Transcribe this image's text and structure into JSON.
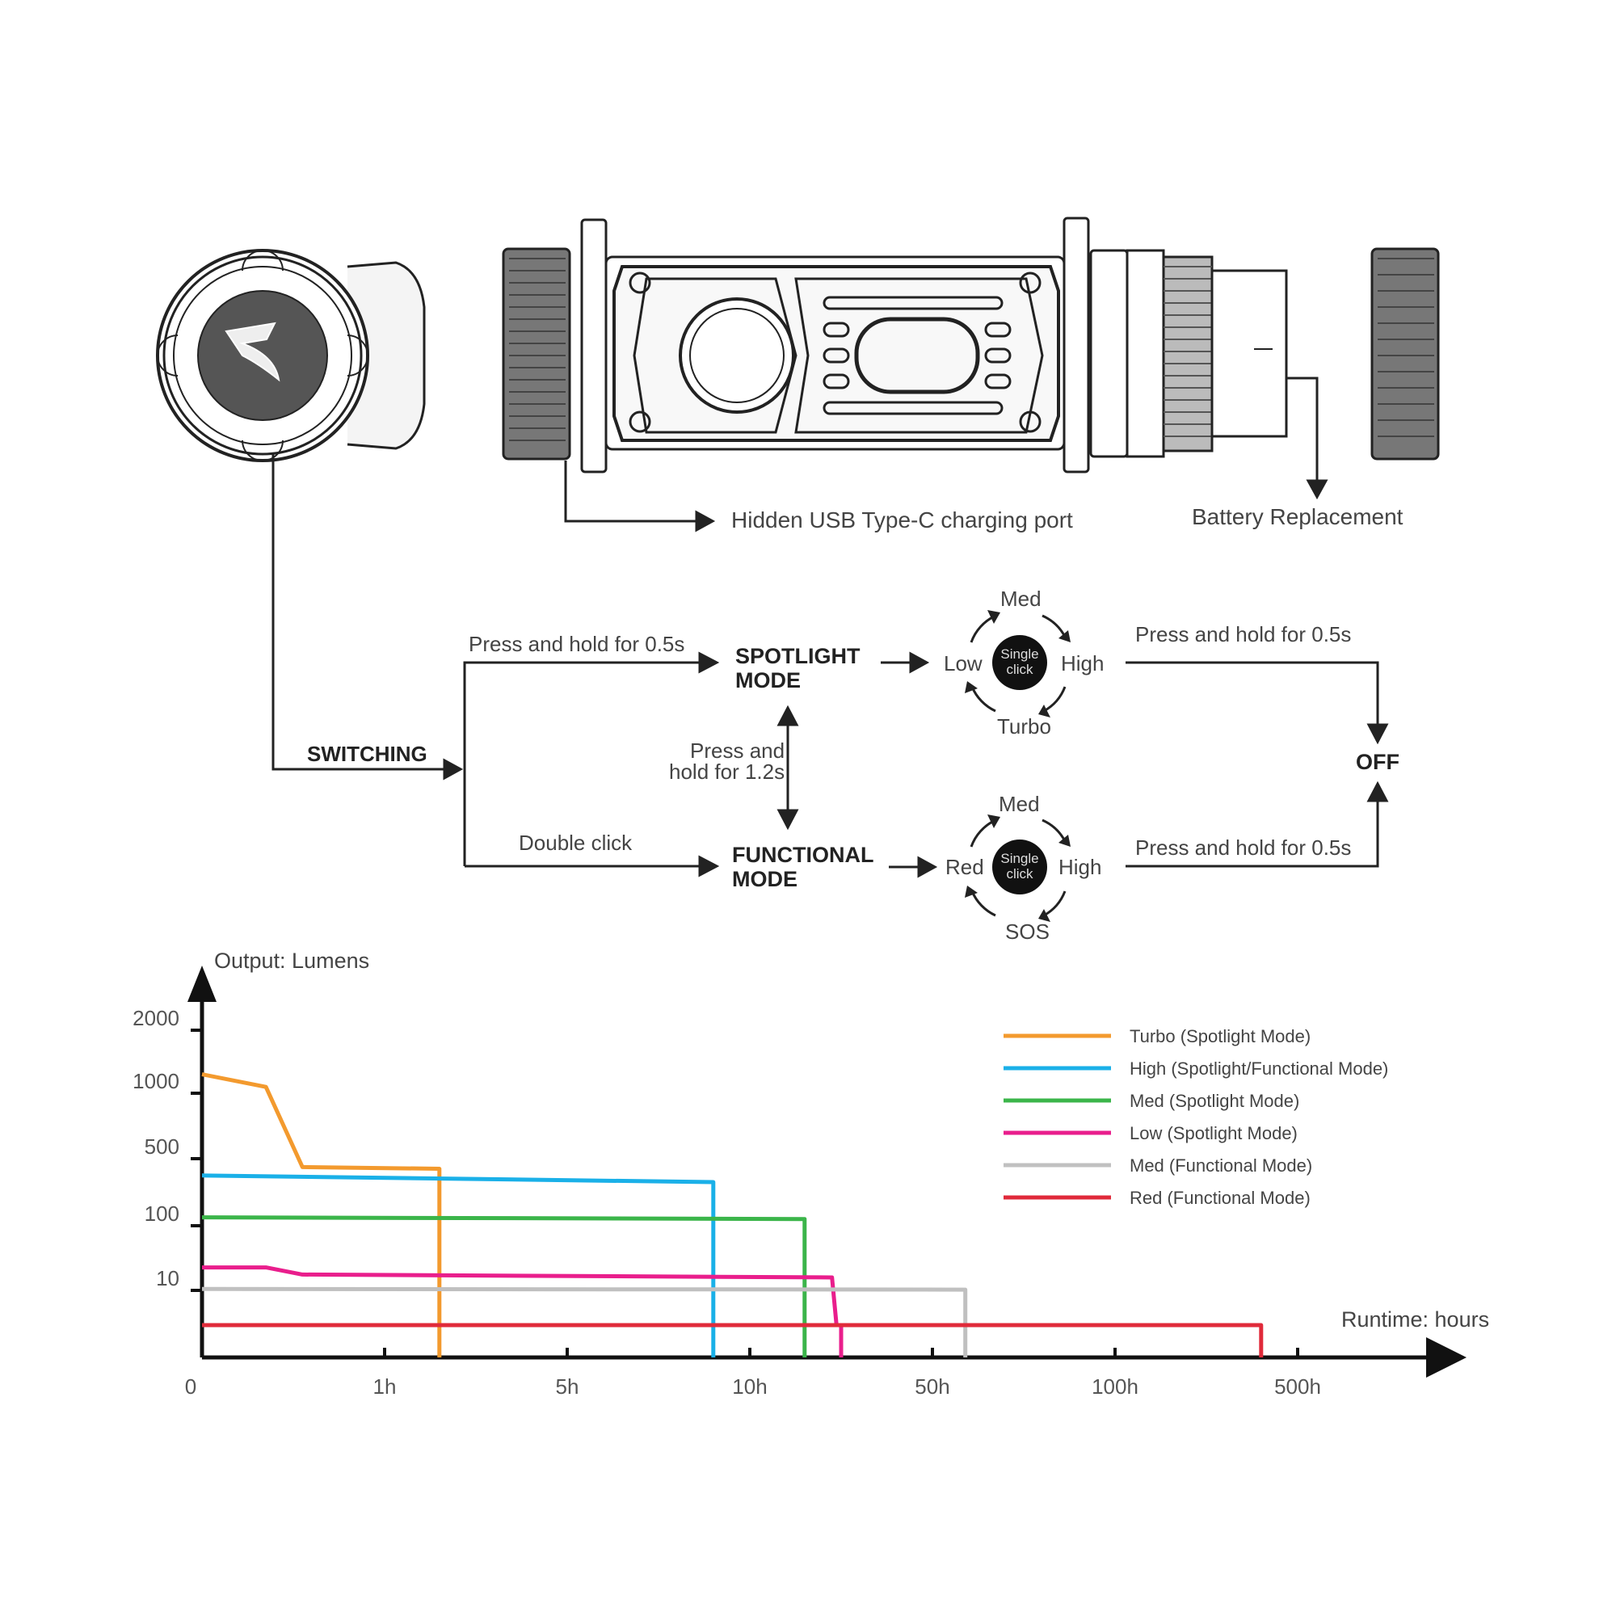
{
  "callouts": {
    "usb_port": "Hidden USB Type-C charging port",
    "battery": "Battery Replacement"
  },
  "flow": {
    "switching": "SWITCHING",
    "press_hold_05_top": "Press and hold for 0.5s",
    "double_click": "Double click",
    "spotlight_mode_line1": "SPOTLIGHT",
    "spotlight_mode_line2": "MODE",
    "functional_mode_line1": "FUNCTIONAL",
    "functional_mode_line2": "MODE",
    "press_hold_12_line1": "Press and",
    "press_hold_12_line2": "hold for 1.2s",
    "spot_cycle": {
      "top": "Med",
      "right": "High",
      "bottom": "Turbo",
      "left": "Low",
      "center_line1": "Single",
      "center_line2": "click"
    },
    "func_cycle": {
      "top": "Med",
      "right": "High",
      "bottom": "SOS",
      "left": "Red",
      "center_line1": "Single",
      "center_line2": "click"
    },
    "off_from_spot": "Press and hold for 0.5s",
    "off_from_func": "Press and hold for 0.5s",
    "off": "OFF"
  },
  "chart_data": {
    "type": "line",
    "title": "",
    "ylabel": "Output: Lumens",
    "xlabel": "Runtime: hours",
    "y_ticks": [
      "10",
      "100",
      "500",
      "1000",
      "2000"
    ],
    "x_ticks": [
      "0",
      "1h",
      "5h",
      "10h",
      "50h",
      "100h",
      "500h"
    ],
    "y_scale": "categorical-log",
    "x_scale": "categorical-log",
    "legend_position": "top-right",
    "series": [
      {
        "name": "Turbo (Spotlight Mode)",
        "color": "#f39a2e",
        "points": [
          [
            0,
            1300
          ],
          [
            0.35,
            1100
          ],
          [
            0.55,
            450
          ],
          [
            2.2,
            440
          ],
          [
            2.2,
            0
          ]
        ]
      },
      {
        "name": "High (Spotlight/Functional Mode)",
        "color": "#1ab0e8",
        "points": [
          [
            0,
            400
          ],
          [
            9,
            360
          ],
          [
            9,
            0
          ]
        ]
      },
      {
        "name": "Med (Spotlight Mode)",
        "color": "#3bb54a",
        "points": [
          [
            0,
            150
          ],
          [
            22,
            140
          ],
          [
            22,
            0
          ]
        ]
      },
      {
        "name": "Low (Spotlight Mode)",
        "color": "#e91e8c",
        "points": [
          [
            0,
            42
          ],
          [
            0.35,
            42
          ],
          [
            0.55,
            32
          ],
          [
            28,
            28
          ],
          [
            29,
            3
          ],
          [
            30,
            3
          ],
          [
            30,
            0
          ]
        ]
      },
      {
        "name": "Med (Functional Mode)",
        "color": "#c0c0c0",
        "points": [
          [
            0,
            12
          ],
          [
            59,
            11
          ],
          [
            59,
            0
          ]
        ]
      },
      {
        "name": "Red (Functional Mode)",
        "color": "#e02a3a",
        "points": [
          [
            0,
            3
          ],
          [
            420,
            3
          ],
          [
            420,
            0
          ]
        ]
      }
    ]
  }
}
